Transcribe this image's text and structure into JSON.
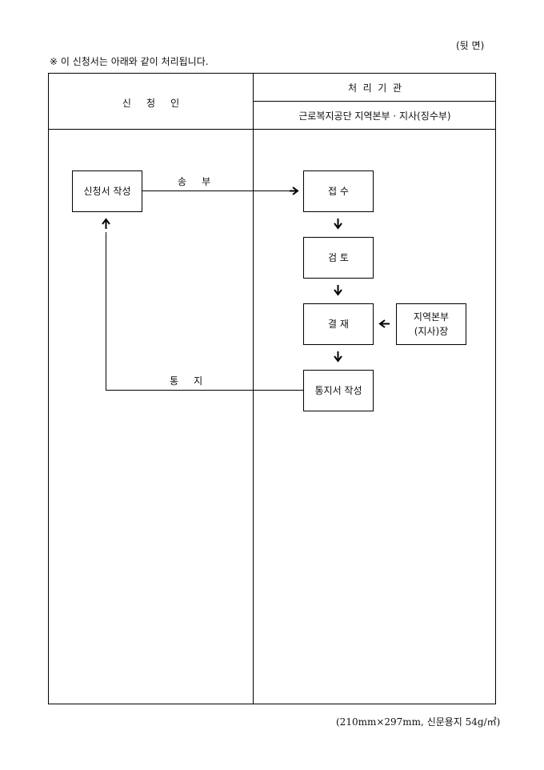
{
  "page_side": "(뒷 면)",
  "notice": "※ 이 신청서는 아래와 같이 처리됩니다.",
  "table": {
    "applicant_header": "신     청     인",
    "processor_header": "처  리  기  관",
    "processor_sub": "근로복지공단 지역본부 · 지사(징수부)"
  },
  "flow": {
    "write_application": "신청서 작성",
    "send_label": "송     부",
    "receive": "접     수",
    "review": "검     토",
    "approve": "결     재",
    "approver": "지역본부\n(지사)장",
    "write_notice": "통지서 작성",
    "notify_label": "통     지"
  },
  "footer": "(210mm×297mm, 신문용지 54g/㎡)"
}
